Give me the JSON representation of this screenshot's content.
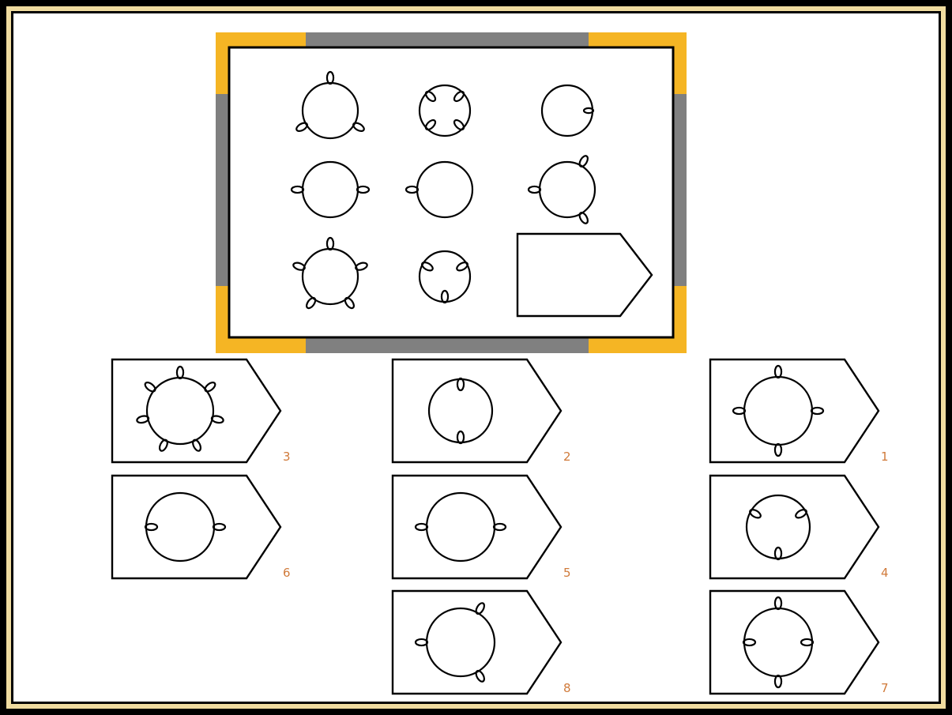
{
  "puzzle": {
    "grid": [
      {
        "loops": 3,
        "orient": -90,
        "variant": "out"
      },
      {
        "loops": 4,
        "orient": 45,
        "variant": "in"
      },
      {
        "loops": 1,
        "orient": 0,
        "variant": "in-small"
      },
      {
        "loops": 2,
        "orient": 0,
        "variant": "out"
      },
      {
        "loops": 1,
        "orient": 180,
        "variant": "out"
      },
      {
        "loops": 3,
        "orient": -60,
        "variant": "out"
      },
      {
        "loops": 5,
        "orient": -90,
        "variant": "out"
      },
      {
        "loops": 3,
        "orient": 90,
        "variant": "in"
      },
      {
        "loops": 0,
        "orient": 0,
        "variant": "blank"
      }
    ],
    "answers": [
      {
        "label": "3",
        "loops": 7,
        "orient": -90,
        "variant": "out"
      },
      {
        "label": "2",
        "loops": 2,
        "orient": -90,
        "variant": "in"
      },
      {
        "label": "1",
        "loops": 4,
        "orient": -90,
        "variant": "out"
      },
      {
        "label": "6",
        "loops": 2,
        "orient": 0,
        "variant": "mixed"
      },
      {
        "label": "5",
        "loops": 2,
        "orient": 0,
        "variant": "out"
      },
      {
        "label": "4",
        "loops": 3,
        "orient": 90,
        "variant": "in"
      },
      {
        "label": "8",
        "loops": 3,
        "orient": -60,
        "variant": "out"
      },
      {
        "label": "7",
        "loops": 4,
        "orient": -90,
        "variant": "mixed4"
      }
    ]
  },
  "colors": {
    "frame_corner": "#f5b524",
    "frame_side": "#808080",
    "number": "#d07a3a"
  }
}
